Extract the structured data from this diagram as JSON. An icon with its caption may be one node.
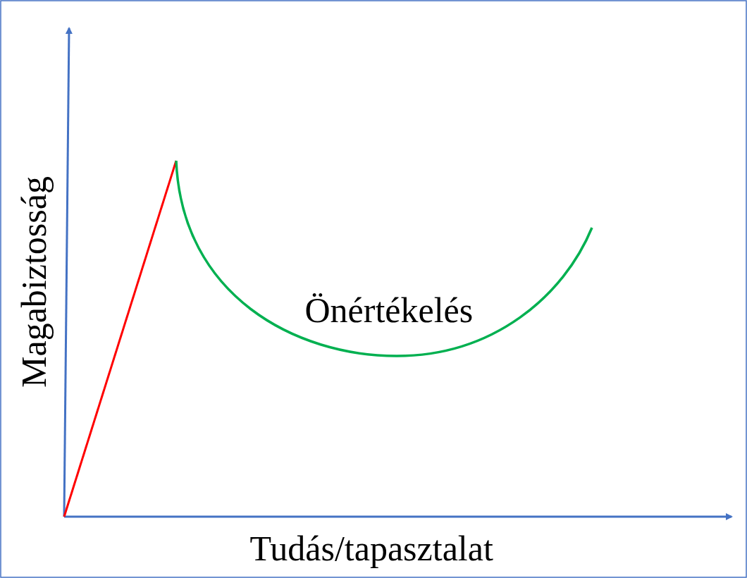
{
  "diagram": {
    "labels": [
      "Magabiztosság",
      "Önértékelés",
      "Tudás/tapasztalat"
    ]
  }
}
